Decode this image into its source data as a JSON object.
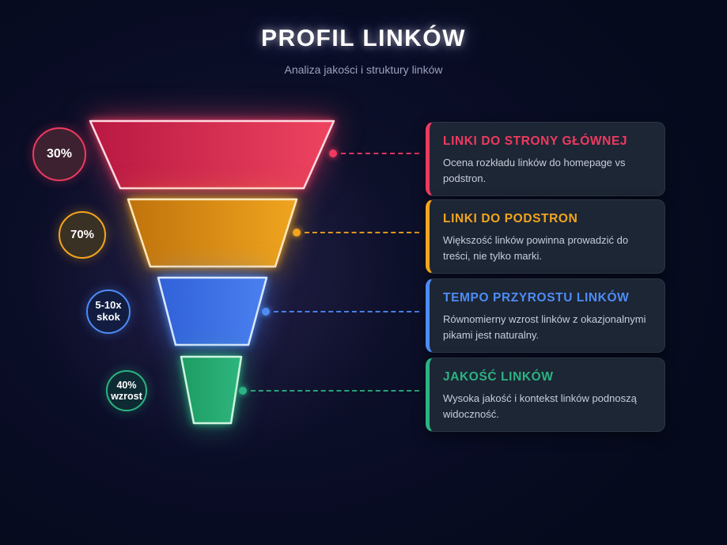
{
  "page": {
    "title": "PROFIL LINKÓW",
    "subtitle": "Analiza jakości i struktury linków",
    "background_color": "#060a1f",
    "card_background_color": "#1d2635"
  },
  "rows": [
    {
      "badge": {
        "line1": "30%"
      },
      "accent_color": "#ef3a5f",
      "segment_fill": [
        "#b91842",
        "#ee4460"
      ],
      "card": {
        "title": "LINKI DO STRONY GŁÓWNEJ",
        "description": "Ocena rozkładu linków do homepage vs podstron."
      }
    },
    {
      "badge": {
        "line1": "70%"
      },
      "accent_color": "#f2a51d",
      "segment_fill": [
        "#c0730c",
        "#f0a51f"
      ],
      "card": {
        "title": "LINKI DO PODSTRON",
        "description": "Większość linków powinna prowadzić do treści, nie tylko marki."
      }
    },
    {
      "badge": {
        "line1": "5-10x",
        "line2": "skok"
      },
      "accent_color": "#4d8cf5",
      "segment_fill": [
        "#3161d8",
        "#4a80f0"
      ],
      "card": {
        "title": "TEMPO PRZYROSTU LINKÓW",
        "description": "Równomierny wzrost linków z okazjonalnymi pikami jest naturalny."
      }
    },
    {
      "badge": {
        "line1": "40%",
        "line2": "wzrost"
      },
      "accent_color": "#2bb381",
      "segment_fill": [
        "#1d9c63",
        "#2eb67e"
      ],
      "card": {
        "title": "JAKOŚĆ LINKÓW",
        "description": "Wysoka jakość i kontekst linków podnoszą widoczność."
      }
    }
  ]
}
